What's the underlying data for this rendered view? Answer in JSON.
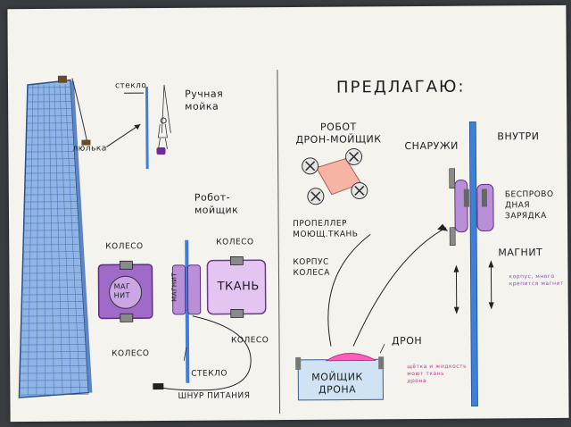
{
  "left": {
    "glass_label": "стекло",
    "manual_wash_label": "Ручная\nмойка",
    "cradle_label": "люлька",
    "robot_title": "Робот-\nмойщик",
    "wheel_top_left": "КОЛЕСО",
    "wheel_top_right": "КОЛЕСО",
    "wheel_bottom_left": "КОЛЕСО",
    "wheel_bottom_right": "КОЛЕСО",
    "magnet_block_text": "МАГ\nНИТ",
    "magnet_vertical_text": "МАГНИТ",
    "cloth_block_text": "ТКАНЬ",
    "glass_label_bottom": "СТЕКЛО",
    "power_cord_label": "ШНУР ПИТАНИЯ"
  },
  "right": {
    "heading": "ПРЕДЛАГАЮ:",
    "drone_title": "РОБОТ\nДРОН-МОЙЩИК",
    "propeller_label": "ПРОПЕЛЛЕР\nМОЮЩ.ТКАНЬ",
    "body_label": "КОРПУС\nКОЛЕСА",
    "outside_label": "СНАРУЖИ",
    "inside_label": "ВНУТРИ",
    "wireless_label": "БЕСПРОВО\nДНАЯ\nЗАРЯДКА",
    "magnet_label": "МАГНИТ",
    "drone_label": "ДРОН",
    "station_label": "МОЙЩИК\nДРОНА",
    "station_note": "щётка и жидкость\nмоют ткань\nдрона",
    "magnet_note": "корпус, много\nкрепится магнит"
  },
  "colors": {
    "building_blue": "#7fa9e0",
    "glass_blue": "#3f7fd6",
    "violet": "#b07fd0",
    "violet_dark": "#8c55b0",
    "pink_magenta": "#ff5fb8",
    "drone_body": "#f7b4a4",
    "ink": "#1c1c1c"
  }
}
